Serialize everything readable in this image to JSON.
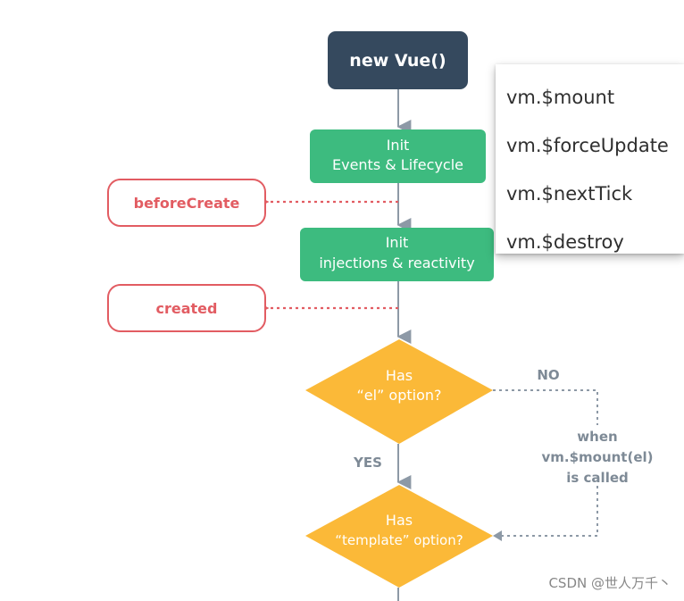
{
  "flow": {
    "new_vue": "new Vue()",
    "init_events_line1": "Init",
    "init_events_line2": "Events & Lifecycle",
    "before_create": "beforeCreate",
    "init_injections_line1": "Init",
    "init_injections_line2": "injections & reactivity",
    "created": "created",
    "has_el_line1": "Has",
    "has_el_line2": "“el” option?",
    "no_label": "NO",
    "yes_label": "YES",
    "when_line1": "when",
    "when_line2": "vm.$mount(el)",
    "when_line3": "is called",
    "has_template_line1": "Has",
    "has_template_line2": "“template” option?"
  },
  "popup": {
    "items": [
      "vm.$mount",
      "vm.$forceUpdate",
      "vm.$nextTick",
      "vm.$destroy"
    ]
  },
  "watermark": "CSDN @世人万千丶",
  "colors": {
    "dark_node": "#35495e",
    "green_node": "#3dbb7f",
    "hook_red": "#e25c62",
    "diamond_yellow": "#fbb938",
    "arrow_gray": "#8d99a6",
    "label_gray": "#7e8a96"
  }
}
